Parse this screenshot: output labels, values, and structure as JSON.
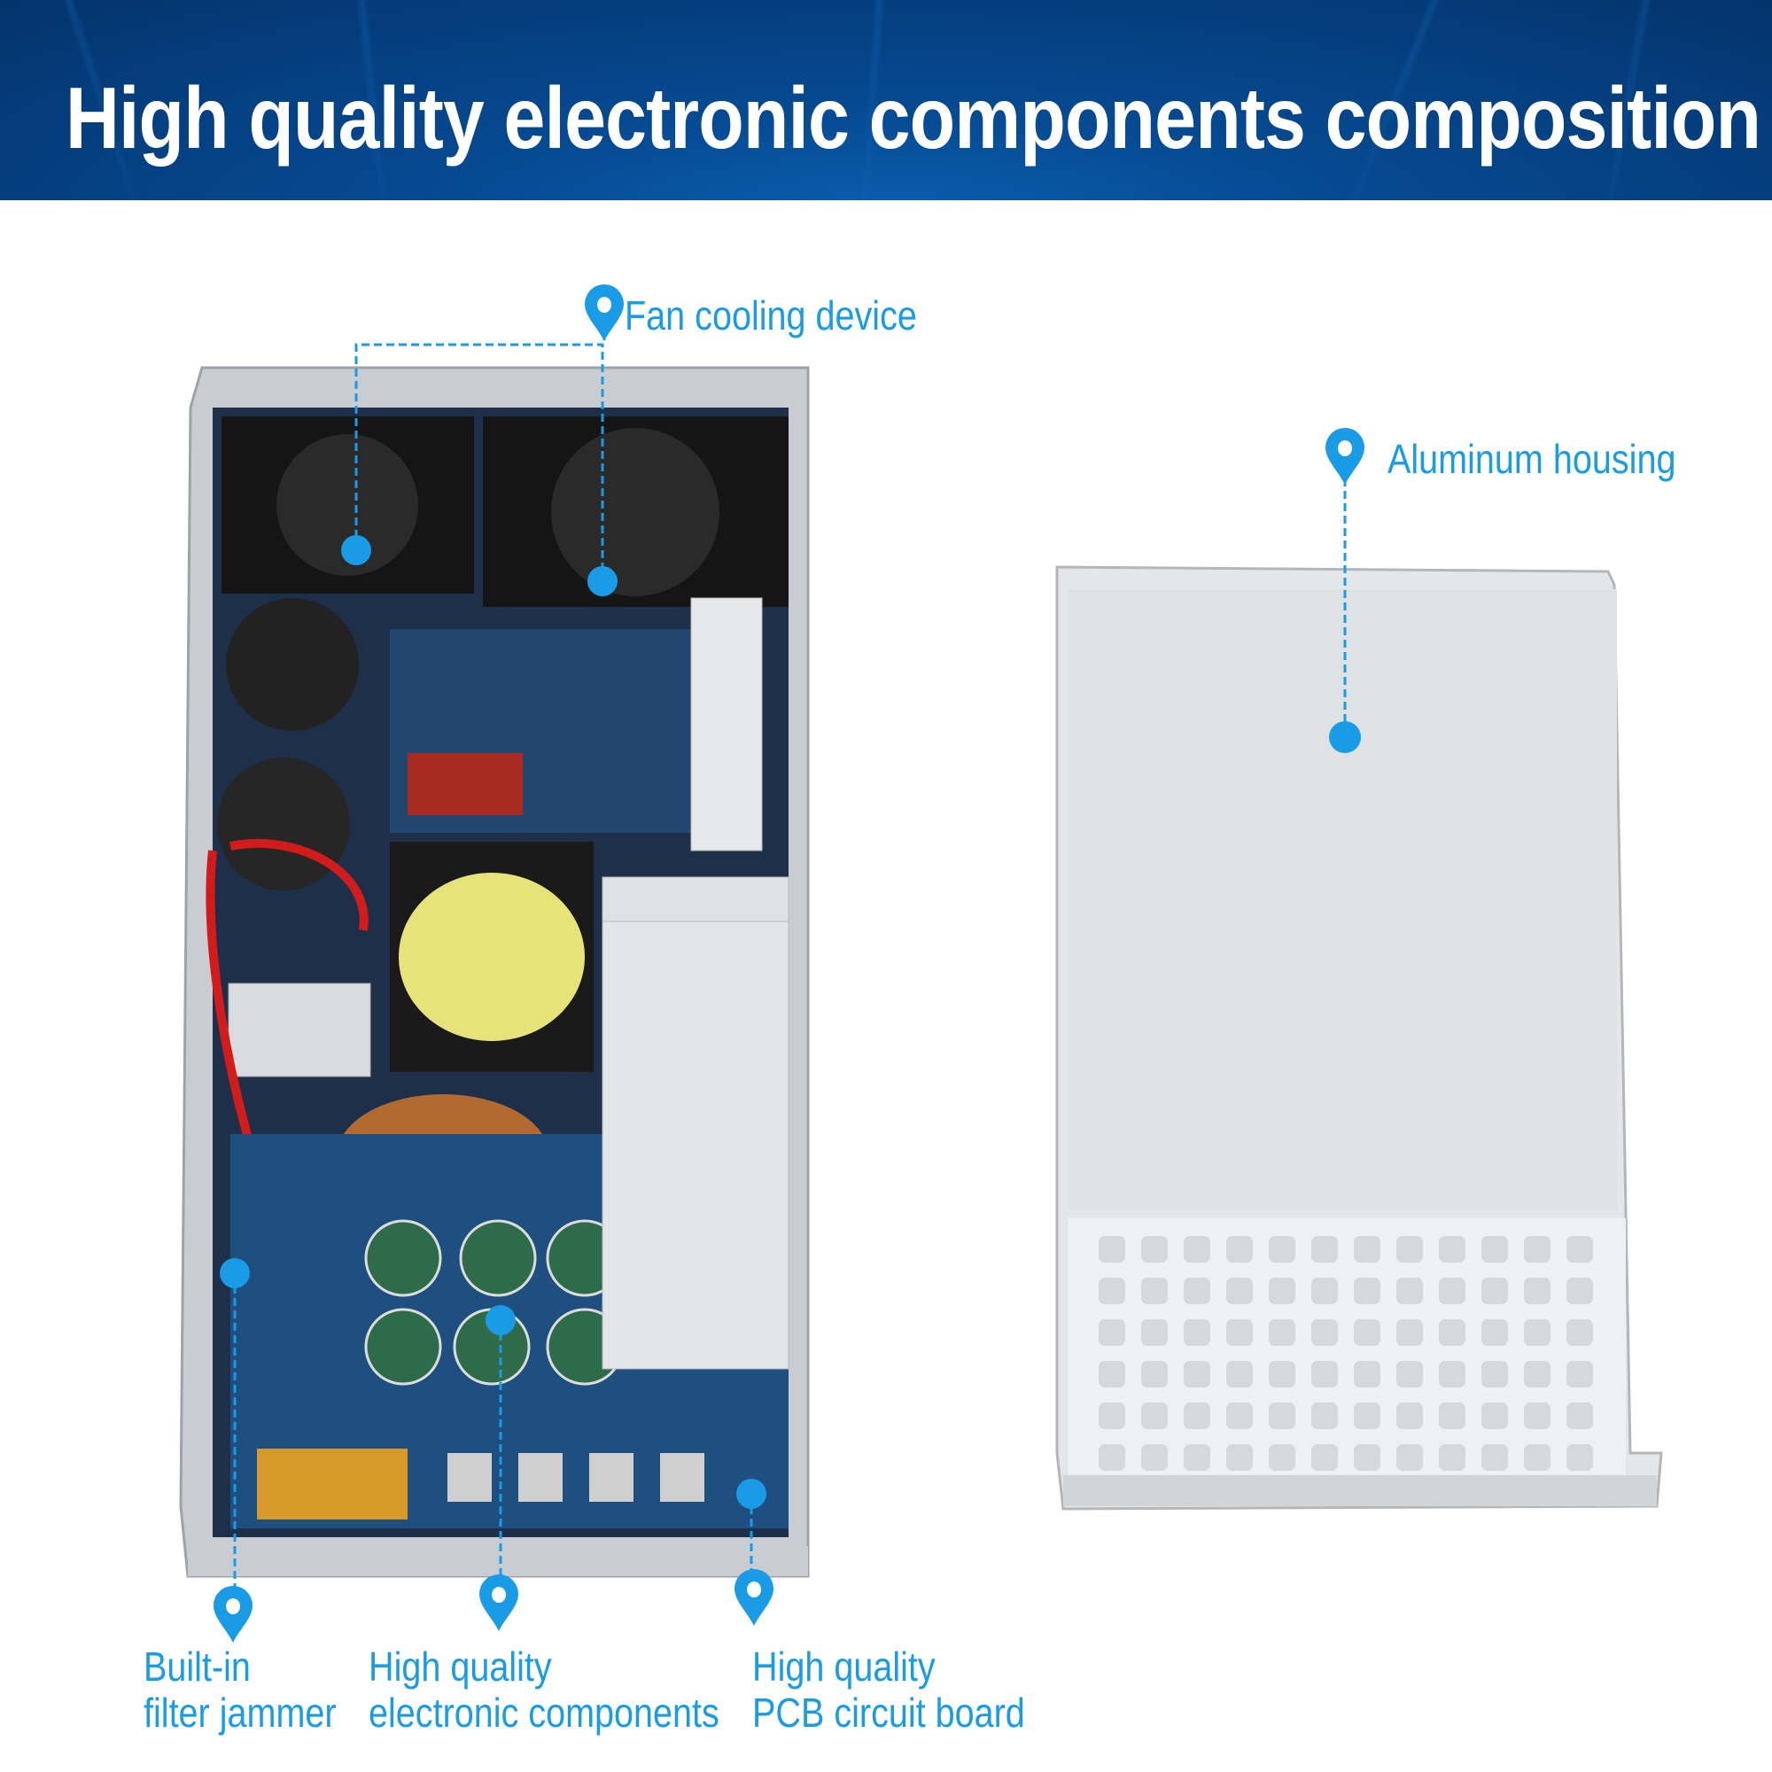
{
  "header": {
    "title": "High quality electronic components composition"
  },
  "callouts": {
    "fan": "Fan cooling device",
    "housing": "Aluminum housing",
    "filter": [
      "Built-in",
      "filter jammer"
    ],
    "components": [
      "High quality",
      "electronic components"
    ],
    "pcb": [
      "High quality",
      "PCB circuit board"
    ]
  },
  "colors": {
    "accent": "#1a9be6",
    "banner": "#064a92",
    "title": "#ffffff"
  }
}
